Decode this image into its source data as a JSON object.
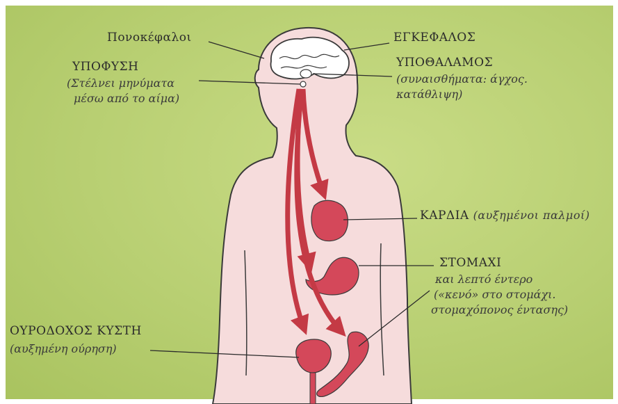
{
  "labels": {
    "ponokefaloi": "Πονοκέφαλοι",
    "egkefalos": "ΕΓΚΕΦΑΛΟΣ",
    "ypothalamos": "ΥΠΟΘΑΛΑΜΟΣ",
    "ypothalamos_sub1": "(συναισθήματα: άγχος.",
    "ypothalamos_sub2": "κατάθλιψη)",
    "ypofysi": "ΥΠΟΦΥΣΗ",
    "ypofysi_sub1": "(Στέλνει μηνύματα",
    "ypofysi_sub2": "μέσω από το αίμα)",
    "kardia": "ΚΑΡΔΙΑ",
    "kardia_sub": "(αυξημένοι παλμοί)",
    "stomaxi": "ΣΤΟΜΑΧΙ",
    "stomaxi_sub1": "και λεπτό έντερο",
    "stomaxi_sub2": "(«κενό» στο στομάχι.",
    "stomaxi_sub3": "στομαχόπονος έντασης)",
    "kysti": "ΟΥΡΟΔΟΧΟΣ ΚΥΣΤΗ",
    "kysti_sub": "(αυξημένη ούρηση)"
  },
  "colors": {
    "background": "#b8cf72",
    "body": "#f6dcdc",
    "organ": "#d4485a",
    "arrow": "#c43a45",
    "brain": "#ffffff",
    "outline": "#3a3a3a"
  }
}
